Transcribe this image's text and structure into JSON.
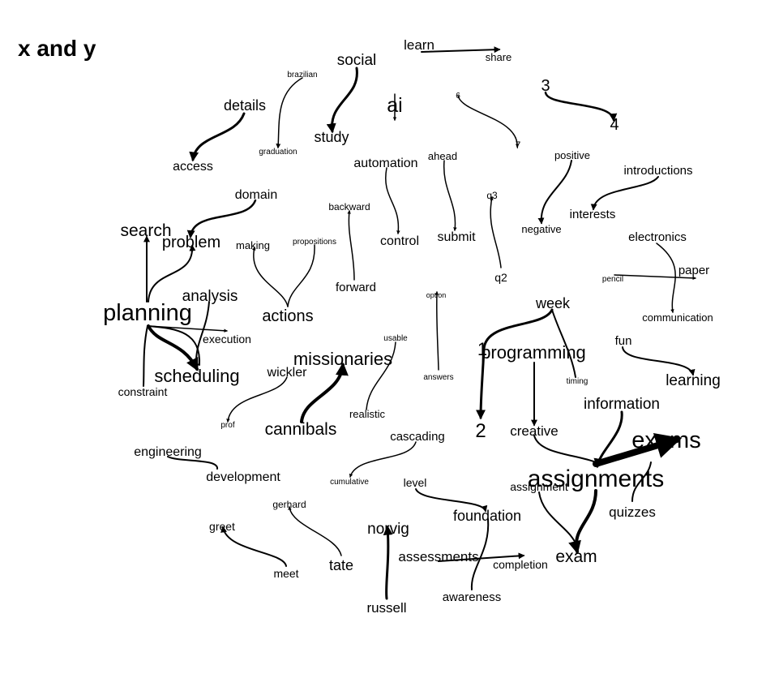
{
  "title": "x and y",
  "words": {
    "learn": "learn",
    "share": "share",
    "social": "social",
    "study": "study",
    "brazilian": "brazilian",
    "graduation": "graduation",
    "details": "details",
    "access": "access",
    "ai": "ai",
    "n3": "3",
    "n4": "4",
    "n6": "6",
    "n7": "7",
    "automation": "automation",
    "control": "control",
    "ahead": "ahead",
    "submit": "submit",
    "positive": "positive",
    "negative": "negative",
    "introductions": "introductions",
    "interests": "interests",
    "domain": "domain",
    "problem": "problem",
    "search": "search",
    "planning": "planning",
    "backward": "backward",
    "forward": "forward",
    "q3": "q3",
    "q2": "q2",
    "making": "making",
    "propositions": "propositions",
    "actions": "actions",
    "electronics": "electronics",
    "communication": "communication",
    "paper": "paper",
    "pencil": "pencil",
    "analysis": "analysis",
    "execution": "execution",
    "scheduling": "scheduling",
    "constraint": "constraint",
    "option": "option",
    "answers": "answers",
    "week": "week",
    "n1": "1",
    "n2": "2",
    "programming": "programming",
    "timing": "timing",
    "fun": "fun",
    "learning": "learning",
    "usable": "usable",
    "realistic": "realistic",
    "missionaries": "missionaries",
    "cannibals": "cannibals",
    "wickler": "wickler",
    "prof": "prof",
    "information": "information",
    "creative": "creative",
    "exams": "exams",
    "assignments": "assignments",
    "assignment": "assignment",
    "quizzes": "quizzes",
    "engineering": "engineering",
    "development": "development",
    "cascading": "cascading",
    "cumulative": "cumulative",
    "level": "level",
    "foundation": "foundation",
    "gerhard": "gerhard",
    "tate": "tate",
    "greet": "greet",
    "meet": "meet",
    "norvig": "norvig",
    "russell": "russell",
    "assessments": "assessments",
    "completion": "completion",
    "awareness": "awareness",
    "exam": "exam"
  }
}
